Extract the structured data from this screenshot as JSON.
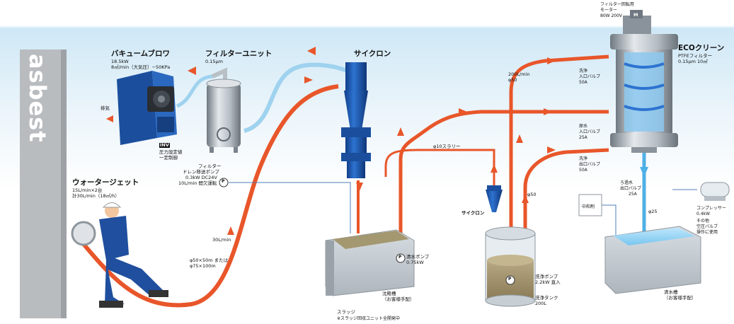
{
  "wall": {
    "label": "asbest"
  },
  "blower": {
    "title": "バキュームブロワ",
    "spec1": "18.5kW",
    "spec2": "8㎥/min（大気圧）−50KPa",
    "exhaust": "排気",
    "inv_badge": "INV",
    "inv_note1": "圧力設定値",
    "inv_note2": "一定制御"
  },
  "filter_unit": {
    "title": "フィルターユニット",
    "spec": "0.15μm"
  },
  "cyclone_main": {
    "title": "サイクロン"
  },
  "drain_pump": {
    "l1": "フィルター",
    "l2": "ドレン移送ポンプ",
    "l3": "0.3kW DC24V",
    "l4": "10L/min 間欠運転"
  },
  "water_jet": {
    "title": "ウォータージェット",
    "spec1": "15L/min×2台",
    "spec2": "計30L/min（18㎥/h）"
  },
  "flow": {
    "jet_flow": "30L/min",
    "hose1": "φ50×50m または",
    "hose2": "φ75×100m",
    "main_flow1": "200L/min",
    "main_flow2": "φ50",
    "slurry": "φ10スラリー",
    "return": "φ50",
    "clean_pipe": "φ25"
  },
  "eco_clean": {
    "motor1": "フィルター回転用",
    "motor2": "モーター",
    "motor3": "80W 200V",
    "motor_badge": "M",
    "title": "ECOクリーン",
    "spec1": "PTFEフィルター",
    "spec2": "0.15μm 10㎡"
  },
  "valves": {
    "wash_in1": "洗浄",
    "wash_in2": "入口バルブ",
    "wash_in3": "50A",
    "raw_in1": "原水",
    "raw_in2": "入口バルブ",
    "raw_in3": "25A",
    "wash_out1": "洗浄",
    "wash_out2": "出口バルブ",
    "wash_out3": "50A",
    "filt_out1": "ろ過水",
    "filt_out2": "出口バルブ",
    "filt_out3": "25A"
  },
  "settling": {
    "pump1": "清水ポンプ",
    "pump2": "0.75kW",
    "tank1": "沈殿槽",
    "tank2": "（お客様手配）",
    "sludge": "スラッジ",
    "sludge_note": "※スラッジ回収ユニット全開発中"
  },
  "cyclone_small": {
    "title": "サイクロン"
  },
  "wash_tank": {
    "pump1": "洗浄ポンプ",
    "pump2": "2.2kW 直入",
    "tank1": "洗浄タンク",
    "tank2": "200L"
  },
  "neutralizer": {
    "label": "中和剤"
  },
  "compressor": {
    "l1": "コンプレッサー",
    "l2": "0.4kW",
    "l3": "その他",
    "l4": "空圧バルブ",
    "l5": "操作に使用"
  },
  "clean_tank": {
    "t1": "清水槽",
    "t2": "（お客様手配）"
  },
  "pump_symbol": "P",
  "colors": {
    "pipe_red": "#e8562a",
    "pipe_blue": "#4fb0e6",
    "equip_blue": "#1f5fb8",
    "steel": "#9aa3ab"
  }
}
